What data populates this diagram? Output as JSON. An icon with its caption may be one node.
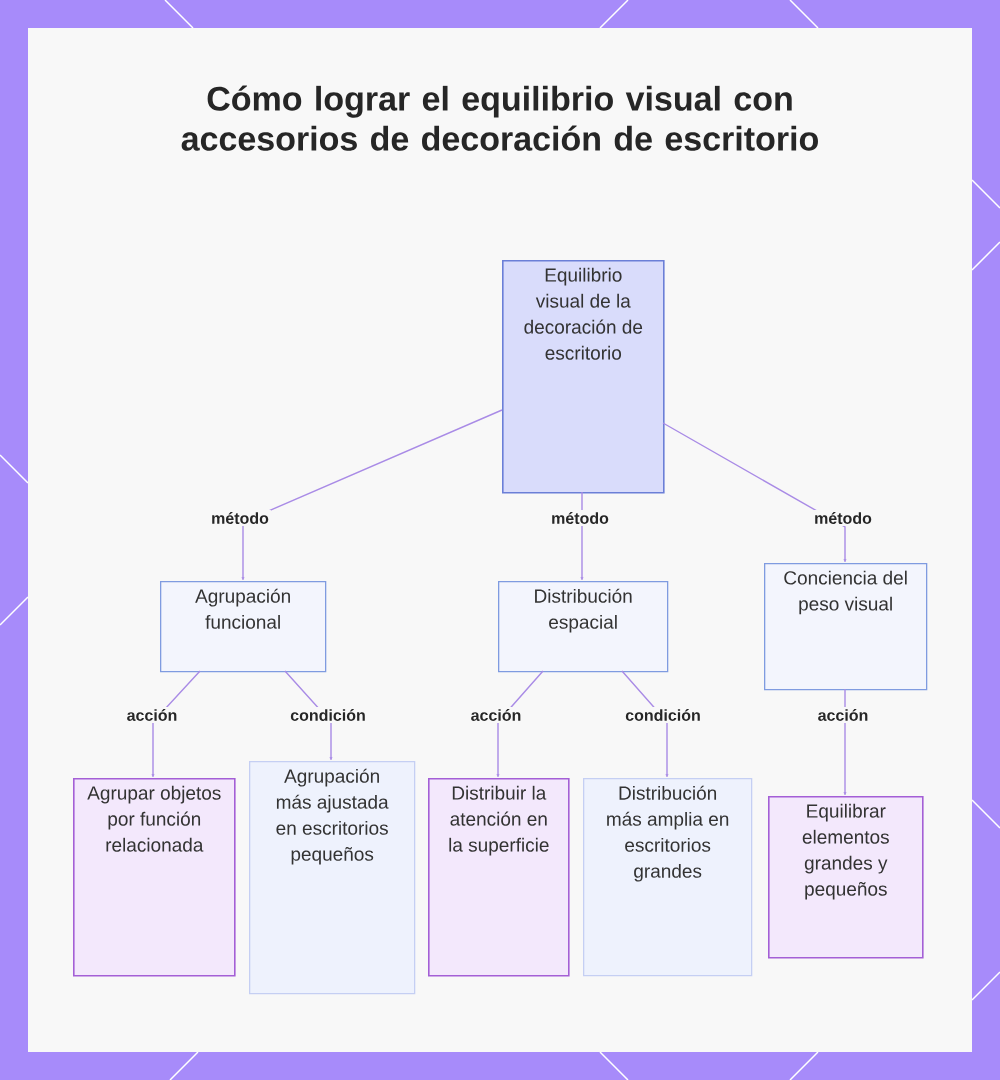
{
  "diagram": {
    "title": "Cómo lograr el equilibrio visual con accesorios de decoración de escritorio",
    "nodes": [
      {
        "text": [
          "Equilibrio visual de la decoración de escritorio"
        ]
      },
      {
        "text": [
          "Agrupación funcional"
        ]
      },
      {
        "text": [
          "Distribución espacial"
        ]
      },
      {
        "text": [
          "Conciencia del peso visual"
        ]
      },
      {
        "text": [
          "Agrupar objetos por función relacionada"
        ]
      },
      {
        "text": [
          "Agrupación más ajustada en escritorios pequeños"
        ]
      },
      {
        "text": [
          "Distribuir la atención en la superficie"
        ]
      },
      {
        "text": [
          "Distribución más amplia en escritorios grandes"
        ]
      },
      {
        "text": [
          "Equilibrar elementos grandes y pequeños"
        ]
      }
    ],
    "edges": [
      {
        "from": 0,
        "to": 1,
        "arrow": "to",
        "label": "método"
      },
      {
        "from": 0,
        "to": 2,
        "arrow": "to",
        "label": "método"
      },
      {
        "from": 0,
        "to": 3,
        "arrow": "to",
        "label": "método"
      },
      {
        "from": 1,
        "to": 4,
        "arrow": "to",
        "label": "acción"
      },
      {
        "from": 1,
        "to": 5,
        "arrow": "to",
        "label": "condición"
      },
      {
        "from": 2,
        "to": 6,
        "arrow": "to",
        "label": "acción"
      },
      {
        "from": 2,
        "to": 7,
        "arrow": "to",
        "label": "condición"
      },
      {
        "from": 3,
        "to": 8,
        "arrow": "to",
        "label": "acción"
      }
    ]
  }
}
